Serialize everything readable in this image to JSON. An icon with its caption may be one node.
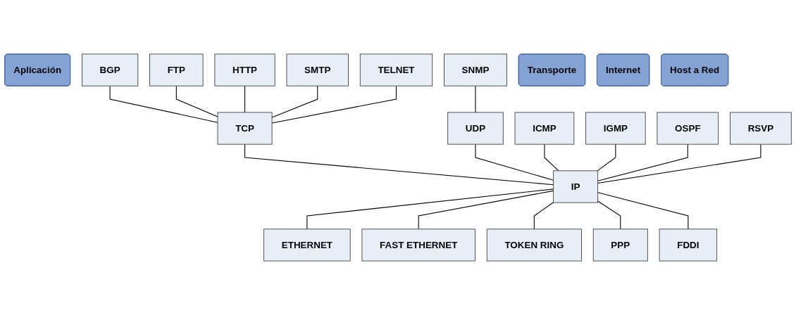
{
  "diagram": {
    "nodes": [
      {
        "text": [
          "Aplicación"
        ]
      },
      {
        "text": [
          "BGP"
        ]
      },
      {
        "text": [
          "FTP"
        ]
      },
      {
        "text": [
          "HTTP"
        ]
      },
      {
        "text": [
          "SMTP"
        ]
      },
      {
        "text": [
          "TELNET"
        ]
      },
      {
        "text": [
          "SNMP"
        ]
      },
      {
        "text": [
          "Transporte"
        ]
      },
      {
        "text": [
          "TCP"
        ]
      },
      {
        "text": [
          "UDP"
        ]
      },
      {
        "text": [
          "Internet"
        ]
      },
      {
        "text": [
          "ICMP"
        ]
      },
      {
        "text": [
          "IGMP"
        ]
      },
      {
        "text": [
          "OSPF"
        ]
      },
      {
        "text": [
          "RSVP"
        ]
      },
      {
        "text": [
          "IP"
        ]
      },
      {
        "text": [
          "Host a Red"
        ]
      },
      {
        "text": [
          "ETHERNET"
        ]
      },
      {
        "text": [
          "FAST ETHERNET"
        ]
      },
      {
        "text": [
          "TOKEN RING"
        ]
      },
      {
        "text": [
          "PPP"
        ]
      },
      {
        "text": [
          "FDDI"
        ]
      }
    ],
    "edges": [
      {
        "from": 1,
        "to": 8,
        "arrow": "none"
      },
      {
        "from": 2,
        "to": 8,
        "arrow": "none"
      },
      {
        "from": 3,
        "to": 8,
        "arrow": "none"
      },
      {
        "from": 4,
        "to": 8,
        "arrow": "none"
      },
      {
        "from": 5,
        "to": 8,
        "arrow": "none"
      },
      {
        "from": 6,
        "to": 9,
        "arrow": "none"
      },
      {
        "from": 8,
        "to": 15,
        "arrow": "none"
      },
      {
        "from": 9,
        "to": 15,
        "arrow": "none"
      },
      {
        "from": 11,
        "to": 15,
        "arrow": "none"
      },
      {
        "from": 12,
        "to": 15,
        "arrow": "none"
      },
      {
        "from": 13,
        "to": 15,
        "arrow": "none"
      },
      {
        "from": 14,
        "to": 15,
        "arrow": "none"
      },
      {
        "from": 15,
        "to": 17,
        "arrow": "none"
      },
      {
        "from": 15,
        "to": 18,
        "arrow": "none"
      },
      {
        "from": 15,
        "to": 19,
        "arrow": "none"
      },
      {
        "from": 15,
        "to": 20,
        "arrow": "none"
      },
      {
        "from": 15,
        "to": 21,
        "arrow": "none"
      }
    ]
  }
}
